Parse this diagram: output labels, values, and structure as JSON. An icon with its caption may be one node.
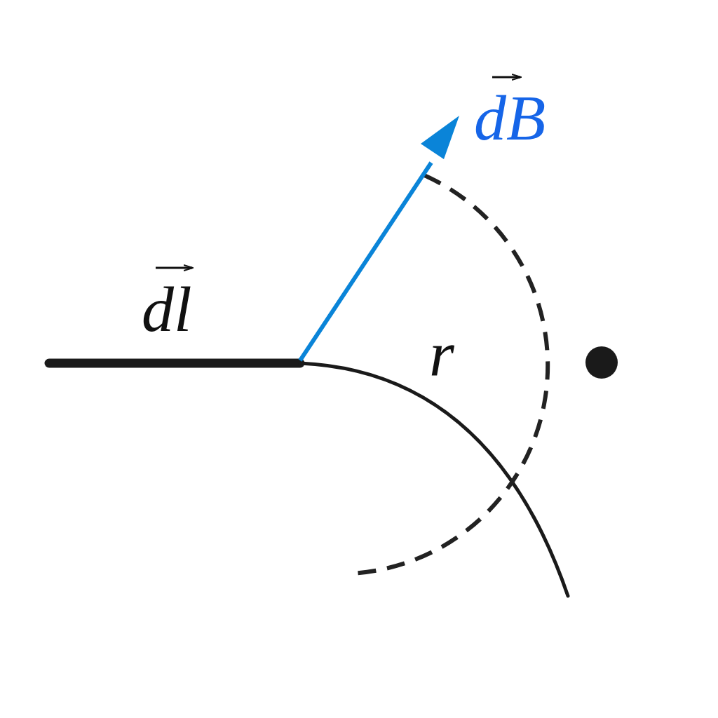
{
  "diagram": {
    "labels": [
      "dl",
      "dB",
      "r"
    ]
  }
}
